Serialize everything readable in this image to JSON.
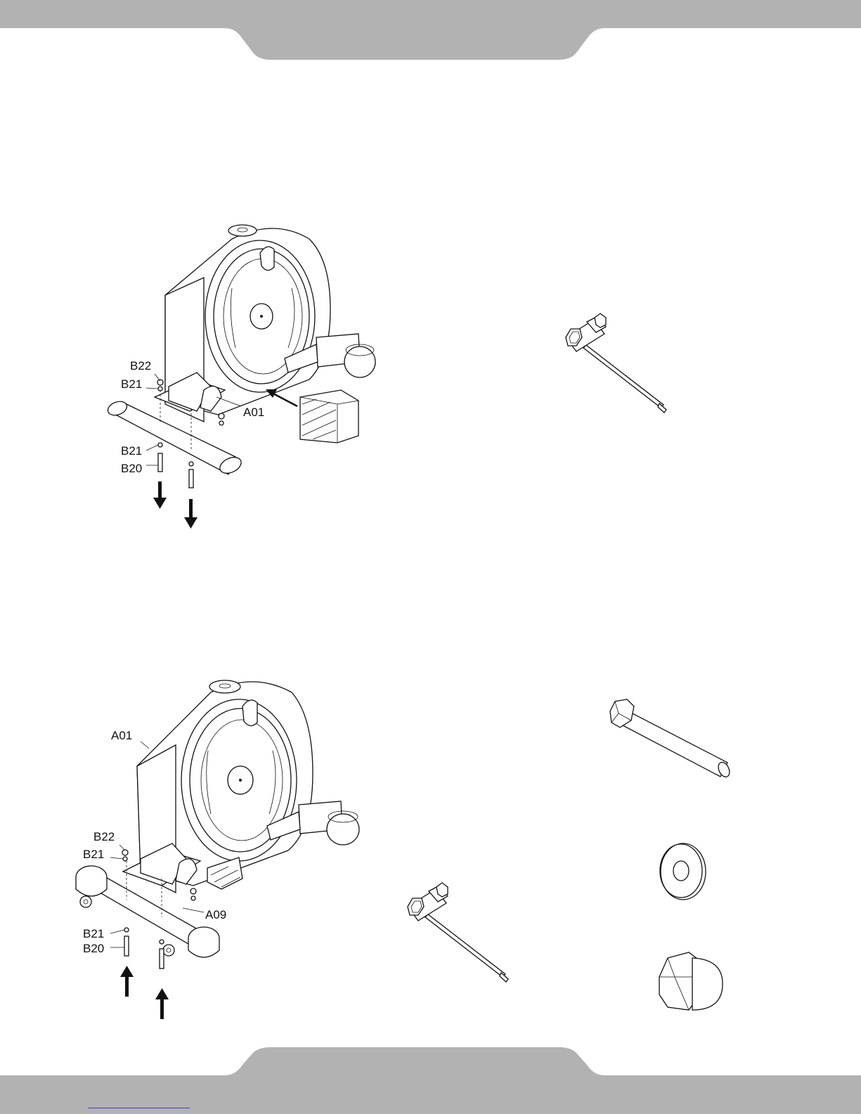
{
  "colors": {
    "band": "#b2b2b2",
    "ink": "#111111",
    "link": "#3344cc"
  },
  "step1": {
    "labels": {
      "b22": "B22",
      "b21_top": "B21",
      "a01": "A01",
      "b21_bottom": "B21",
      "b20": "B20"
    }
  },
  "step2": {
    "labels": {
      "a01": "A01",
      "b22": "B22",
      "b21_top": "B21",
      "a09": "A09",
      "b21_bottom": "B21",
      "b20": "B20"
    }
  },
  "icons": {
    "tool": "socket-wrench-icon",
    "bolt": "hex-bolt-icon",
    "washer": "flat-washer-icon",
    "nut": "acorn-nut-icon"
  }
}
